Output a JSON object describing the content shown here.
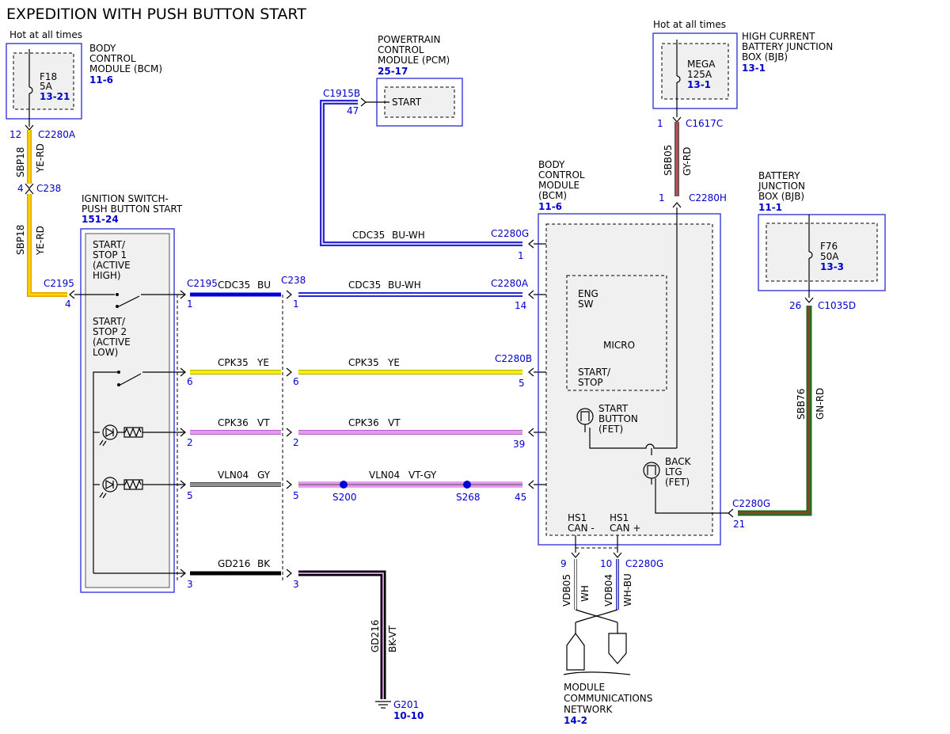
{
  "title": "EXPEDITION WITH PUSH BUTTON START",
  "bcm_top": {
    "hot_label": "Hot at all times",
    "name_lines": [
      "BODY",
      "CONTROL",
      "MODULE (BCM)"
    ],
    "page_ref": "11-6",
    "fuse_name": "F18",
    "fuse_rating": "5A",
    "fuse_ref": "13-21"
  },
  "pcm": {
    "name_lines": [
      "POWERTRAIN",
      "CONTROL",
      "MODULE (PCM)"
    ],
    "page_ref": "25-17",
    "signal": "START",
    "connector": "C1915B",
    "pin": "47"
  },
  "bjb_high": {
    "hot_label": "Hot at all times",
    "name_lines": [
      "HIGH CURRENT",
      "BATTERY JUNCTION",
      "BOX (BJB)"
    ],
    "page_ref": "13-1",
    "fuse_name": "MEGA",
    "fuse_rating": "125A",
    "fuse_ref": "13-1"
  },
  "bjb": {
    "name_lines": [
      "BATTERY",
      "JUNCTION",
      "BOX (BJB)"
    ],
    "page_ref": "11-1",
    "fuse_name": "F76",
    "fuse_rating": "50A",
    "fuse_ref": "13-3"
  },
  "ignition": {
    "name_lines": [
      "IGNITION SWITCH-",
      "PUSH BUTTON START"
    ],
    "page_ref": "151-24",
    "stop1_lines": [
      "START/",
      "STOP 1",
      "(ACTIVE",
      "HIGH)"
    ],
    "stop2_lines": [
      "START/",
      "STOP 2",
      "(ACTIVE",
      "LOW)"
    ]
  },
  "bcm_main": {
    "name_lines": [
      "BODY",
      "CONTROL",
      "MODULE",
      "(BCM)"
    ],
    "page_ref": "11-6",
    "eng_sw": [
      "ENG",
      "SW"
    ],
    "micro": "MICRO",
    "start_stop": [
      "START/",
      "STOP"
    ],
    "start_button": [
      "START",
      "BUTTON",
      "(FET)"
    ],
    "back_ltg": [
      "BACK",
      "LTG",
      "(FET)"
    ],
    "hs1_can_minus": [
      "HS1",
      "CAN -"
    ],
    "hs1_can_plus": [
      "HS1",
      "CAN +"
    ]
  },
  "network": {
    "lines": [
      "MODULE",
      "COMMUNICATIONS",
      "NETWORK"
    ],
    "page_ref": "14-2"
  },
  "ground": {
    "name": "G201",
    "page_ref": "10-10"
  },
  "connectors": {
    "c2280a_top": "C2280A",
    "c238_top": "C238",
    "c2195": "C2195",
    "c2195b": "C2195",
    "c238": "C238",
    "c2280g_top": "C2280G",
    "c2280a": "C2280A",
    "c2280b": "C2280B",
    "c1617c": "C1617C",
    "c2280h": "C2280H",
    "c1035d": "C1035D",
    "c2280g_right": "C2280G",
    "c2280g_bottom": "C2280G"
  },
  "pins": {
    "p12": "12",
    "p4a": "4",
    "p4b": "4",
    "p1a": "1",
    "p1b": "1",
    "p1c": "1",
    "p14": "14",
    "p6a": "6",
    "p6b": "6",
    "p5a": "5",
    "p2a": "2",
    "p2b": "2",
    "p39": "39",
    "p5b": "5",
    "p5c": "5",
    "p45": "45",
    "p3a": "3",
    "p3b": "3",
    "p1_c1617c": "1",
    "p1_c2280h": "1",
    "p26": "26",
    "p21": "21",
    "p9": "9",
    "p10": "10"
  },
  "wires": {
    "sbp18_top": {
      "circuit": "SBP18",
      "color": "YE-RD"
    },
    "sbp18_bot": {
      "circuit": "SBP18",
      "color": "YE-RD"
    },
    "cdc35_pcm": {
      "circuit": "CDC35",
      "color": "BU-WH"
    },
    "cdc35_short": {
      "circuit": "CDC35",
      "color": "BU"
    },
    "cdc35_long": {
      "circuit": "CDC35",
      "color": "BU-WH"
    },
    "cpk35_short": {
      "circuit": "CPK35",
      "color": "YE"
    },
    "cpk35_long": {
      "circuit": "CPK35",
      "color": "YE"
    },
    "cpk36_short": {
      "circuit": "CPK36",
      "color": "VT"
    },
    "cpk36_long": {
      "circuit": "CPK36",
      "color": "VT"
    },
    "vln04_short": {
      "circuit": "VLN04",
      "color": "GY"
    },
    "vln04_long": {
      "circuit": "VLN04",
      "color": "VT-GY"
    },
    "gd216_short": {
      "circuit": "GD216",
      "color": "BK"
    },
    "gd216_long": {
      "circuit": "GD216",
      "color": "BK-VT"
    },
    "sbb05": {
      "circuit": "SBB05",
      "color": "GY-RD"
    },
    "sbb76": {
      "circuit": "SBB76",
      "color": "GN-RD"
    },
    "vdb05": {
      "circuit": "VDB05",
      "color": "WH"
    },
    "vdb04": {
      "circuit": "VDB04",
      "color": "WH-BU"
    }
  },
  "splices": {
    "s200": "S200",
    "s268": "S268"
  },
  "colors": {
    "yellow": "#f5d800",
    "yellow_red": "#e8a000",
    "blue": "#0000dd",
    "blue_white": "#3333bb",
    "violet": "#dd88ee",
    "gray": "#808080",
    "black": "#000000",
    "green": "#2a7a20",
    "red": "#cc2222",
    "brown_red": "#b05050"
  }
}
